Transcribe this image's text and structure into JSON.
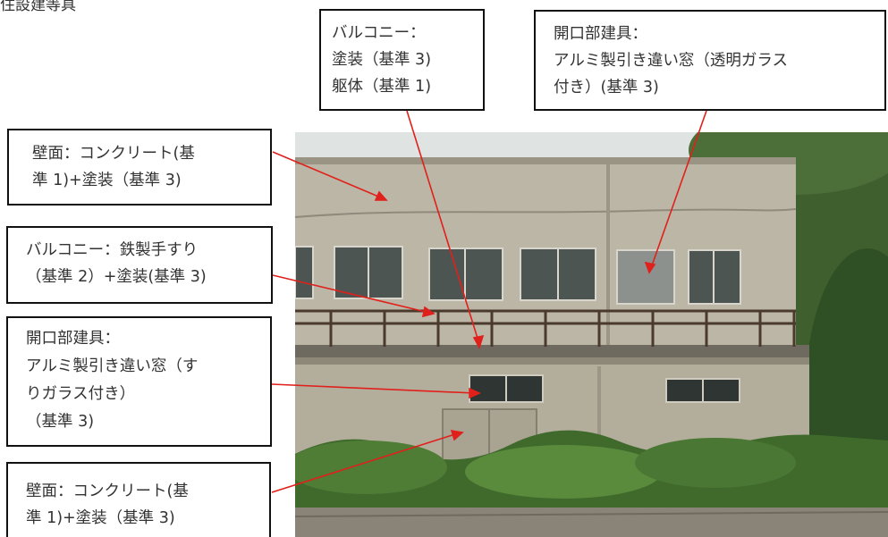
{
  "header_fragment": "住設建等具",
  "callouts": [
    {
      "id": "balcony-top",
      "lines": [
        "バルコニー：",
        "塗装（基準 3)",
        "躯体（基準 1)"
      ]
    },
    {
      "id": "window-upper",
      "lines": [
        "開口部建具：",
        "アルミ製引き違い窓（透明ガラス",
        "付き）(基準 3)"
      ]
    },
    {
      "id": "wall-upper",
      "lines": [
        "壁面：コンクリート(基",
        "準 1)+塗装（基準 3)"
      ]
    },
    {
      "id": "balcony-railing",
      "lines": [
        "バルコニー：鉄製手すり",
        "（基準 2）+塗装(基準 3)"
      ]
    },
    {
      "id": "window-lower",
      "lines": [
        "開口部建具：",
        "アルミ製引き違い窓（す",
        "りガラス付き）",
        "（基準 3)"
      ]
    },
    {
      "id": "wall-lower",
      "lines": [
        "壁面：コンクリート(基",
        "準 1)+塗装（基準 3)"
      ]
    }
  ],
  "colors": {
    "leader": "#e0201b",
    "border": "#111111",
    "wall": "#b9b2a1",
    "foliage": "#3d6a2e"
  }
}
